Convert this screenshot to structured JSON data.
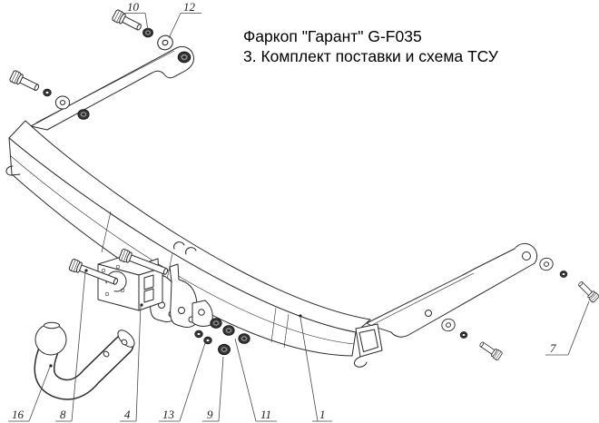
{
  "title": {
    "line1": "Фаркоп \"Гарант\" G-F035",
    "line2": "3. Комплект поставки и схема ТСУ"
  },
  "callouts": {
    "c1": {
      "label": "1"
    },
    "c4": {
      "label": "4"
    },
    "c7": {
      "label": "7"
    },
    "c8": {
      "label": "8"
    },
    "c9": {
      "label": "9"
    },
    "c10": {
      "label": "10"
    },
    "c11": {
      "label": "11"
    },
    "c12": {
      "label": "12"
    },
    "c13": {
      "label": "13"
    },
    "c16": {
      "label": "16"
    }
  },
  "colors": {
    "line": "#2b2b2b",
    "text": "#000000",
    "background": "#ffffff"
  }
}
